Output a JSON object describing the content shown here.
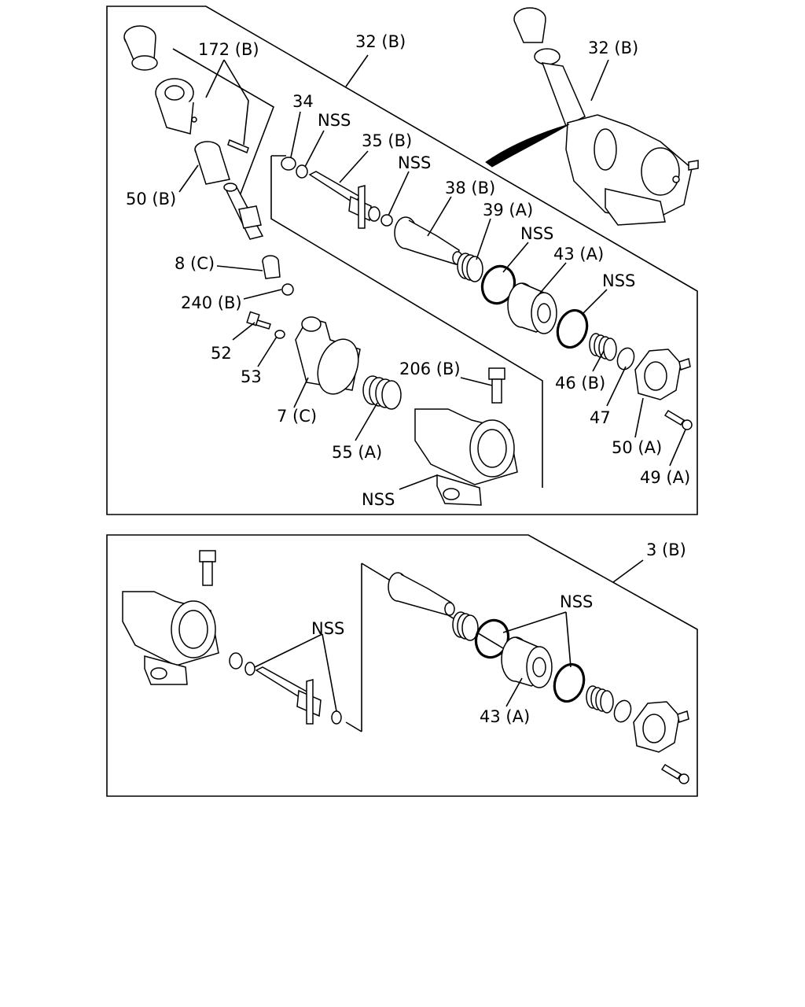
{
  "panel_top": {
    "callouts": {
      "c172b": "172 (B)",
      "c32b_group": "32 (B)",
      "c32b_assy": "32 (B)",
      "c34": "34",
      "nss_1": "NSS",
      "c35b": "35 (B)",
      "nss_2": "NSS",
      "c38b": "38 (B)",
      "c39a": "39 (A)",
      "nss_3": "NSS",
      "c43a": "43 (A)",
      "nss_4": "NSS",
      "c50b": "50 (B)",
      "c8c": "8 (C)",
      "c240b": "240 (B)",
      "c52": "52",
      "c53": "53",
      "c7c": "7 (C)",
      "c206b": "206 (B)",
      "c55a": "55 (A)",
      "nss_5": "NSS",
      "c46b": "46 (B)",
      "c47": "47",
      "c50a": "50 (A)",
      "c49a": "49 (A)"
    }
  },
  "panel_bottom": {
    "callouts": {
      "c3b": "3 (B)",
      "nss_left": "NSS",
      "nss_right": "NSS",
      "c43a": "43 (A)"
    }
  }
}
